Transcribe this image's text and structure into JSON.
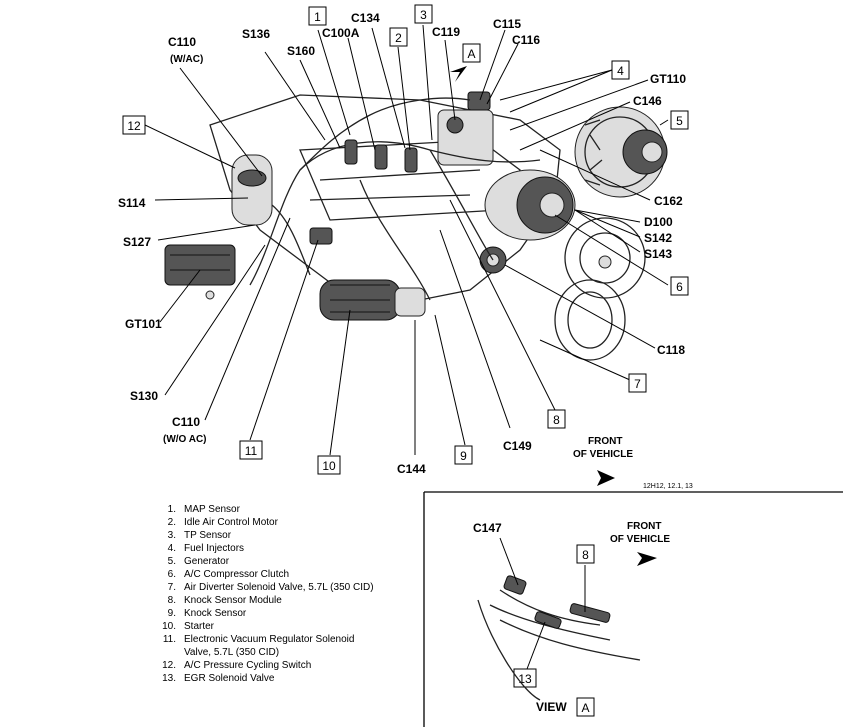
{
  "figure_code": "12H12, 12.1, 13",
  "front_of_vehicle": "FRONT\nOF VEHICLE",
  "front_line1": "FRONT",
  "front_line2": "OF VEHICLE",
  "view_label": "VIEW",
  "view_letter": "A",
  "callouts": {
    "c110_ac": "C110",
    "c110_ac_sub": "(W/AC)",
    "s136": "S136",
    "s160": "S160",
    "c100a": "C100A",
    "c134": "C134",
    "c119": "C119",
    "c115": "C115",
    "c116": "C116",
    "gt110": "GT110",
    "c146": "C146",
    "c162": "C162",
    "d100": "D100",
    "s142": "S142",
    "s143": "S143",
    "c118": "C118",
    "s114": "S114",
    "s127": "S127",
    "gt101": "GT101",
    "s130": "S130",
    "c110_noac": "C110",
    "c110_noac_sub": "(W/O AC)",
    "c144": "C144",
    "c149": "C149",
    "c147": "C147",
    "box_a": "A"
  },
  "boxes": {
    "b1": "1",
    "b2": "2",
    "b3": "3",
    "b4": "4",
    "b5": "5",
    "b6": "6",
    "b7": "7",
    "b8": "8",
    "b9": "9",
    "b10": "10",
    "b11": "11",
    "b12": "12",
    "b13": "13",
    "inset8": "8",
    "inset13": "13"
  },
  "legend": [
    {
      "num": "1.",
      "text": "MAP Sensor"
    },
    {
      "num": "2.",
      "text": "Idle Air Control Motor"
    },
    {
      "num": "3.",
      "text": "TP Sensor"
    },
    {
      "num": "4.",
      "text": "Fuel Injectors"
    },
    {
      "num": "5.",
      "text": "Generator"
    },
    {
      "num": "6.",
      "text": "A/C Compressor Clutch"
    },
    {
      "num": "7.",
      "text": "Air Diverter Solenoid Valve, 5.7L (350 CID)"
    },
    {
      "num": "8.",
      "text": "Knock Sensor Module"
    },
    {
      "num": "9.",
      "text": "Knock Sensor"
    },
    {
      "num": "10.",
      "text": "Starter"
    },
    {
      "num": "11.",
      "text": "Electronic Vacuum Regulator Solenoid"
    },
    {
      "num": "",
      "text": "Valve, 5.7L (350 CID)"
    },
    {
      "num": "12.",
      "text": "A/C Pressure Cycling Switch"
    },
    {
      "num": "13.",
      "text": "EGR Solenoid Valve"
    }
  ]
}
